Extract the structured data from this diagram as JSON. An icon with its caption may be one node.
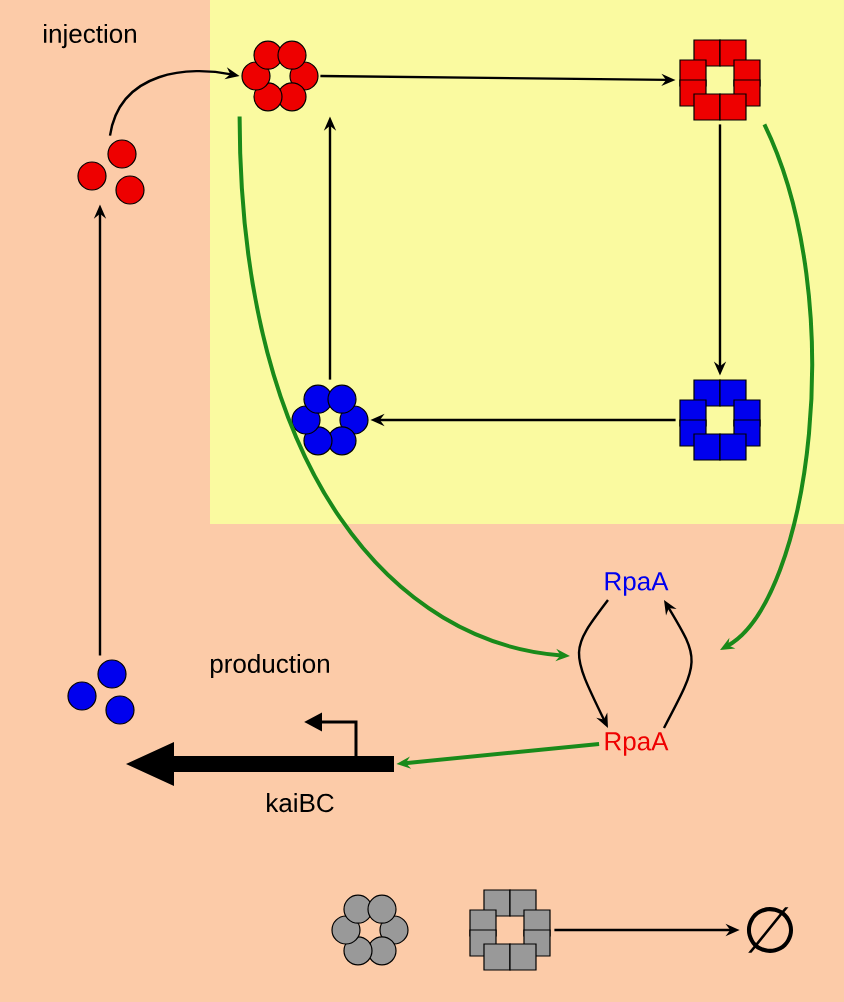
{
  "diagram": {
    "nodes": [
      {
        "text": [],
        "shape": "circle"
      },
      {
        "text": [],
        "shape": "circle"
      },
      {
        "text": [],
        "shape": "box"
      },
      {
        "text": [],
        "shape": "box"
      },
      {
        "text": [],
        "shape": "circle"
      },
      {
        "text": [],
        "shape": "circle"
      },
      {
        "text": [
          "RpaA"
        ]
      },
      {
        "text": [
          "RpaA"
        ]
      },
      {
        "text": [
          "kaiBC"
        ],
        "beside": [
          "production"
        ]
      },
      {
        "text": [],
        "shape": "circle"
      },
      {
        "text": [],
        "shape": "box"
      },
      {
        "text": [
          "∅"
        ]
      }
    ],
    "edges": [
      {
        "from": 0,
        "to": 1,
        "arrow": "to",
        "label": "injection"
      },
      {
        "from": 1,
        "to": 2,
        "arrow": "to"
      },
      {
        "from": 2,
        "to": 3,
        "arrow": "to"
      },
      {
        "from": 3,
        "to": 4,
        "arrow": "to"
      },
      {
        "from": 4,
        "to": 1,
        "arrow": "to"
      },
      {
        "from": 5,
        "to": 0,
        "arrow": "to"
      },
      {
        "from": 6,
        "to": 7,
        "arrow": "to"
      },
      {
        "from": 7,
        "to": 6,
        "arrow": "to"
      },
      {
        "from": 1,
        "to": null,
        "arrow": "to",
        "color": "#1a8a1a"
      },
      {
        "from": 2,
        "to": null,
        "arrow": "to",
        "color": "#1a8a1a"
      },
      {
        "from": 7,
        "to": 8,
        "arrow": "to",
        "color": "#1a8a1a"
      },
      {
        "from": 10,
        "to": 11,
        "arrow": "to"
      }
    ]
  }
}
